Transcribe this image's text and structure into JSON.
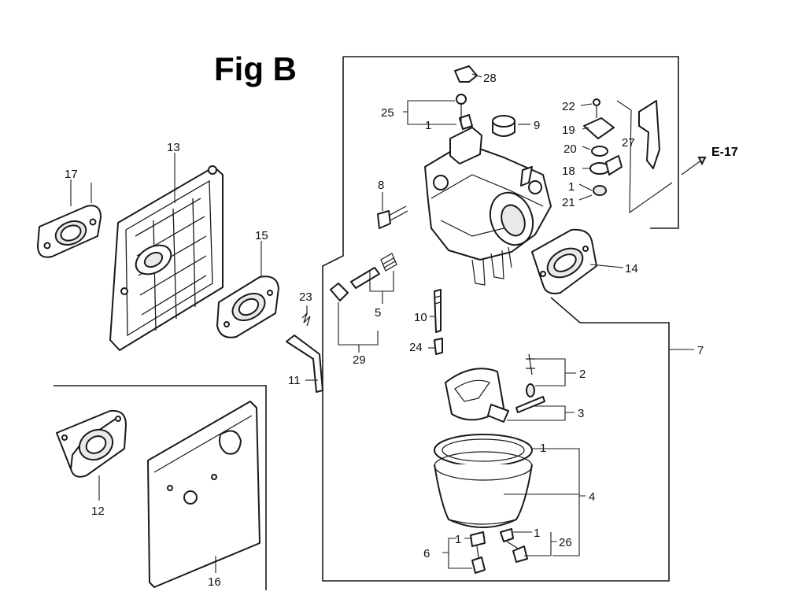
{
  "figure": {
    "title": "Fig B",
    "reference": "E-17"
  },
  "callouts": [
    {
      "key": "n28",
      "label": "28"
    },
    {
      "key": "n25",
      "label": "25"
    },
    {
      "key": "n1a",
      "label": "1"
    },
    {
      "key": "n9",
      "label": "9"
    },
    {
      "key": "n22",
      "label": "22"
    },
    {
      "key": "n19",
      "label": "19"
    },
    {
      "key": "n20",
      "label": "20"
    },
    {
      "key": "n27",
      "label": "27"
    },
    {
      "key": "n18",
      "label": "18"
    },
    {
      "key": "n1b",
      "label": "1"
    },
    {
      "key": "n21",
      "label": "21"
    },
    {
      "key": "n13",
      "label": "13"
    },
    {
      "key": "n17",
      "label": "17"
    },
    {
      "key": "n8",
      "label": "8"
    },
    {
      "key": "n15",
      "label": "15"
    },
    {
      "key": "n14",
      "label": "14"
    },
    {
      "key": "n23",
      "label": "23"
    },
    {
      "key": "n5",
      "label": "5"
    },
    {
      "key": "n10",
      "label": "10"
    },
    {
      "key": "n29",
      "label": "29"
    },
    {
      "key": "n24",
      "label": "24"
    },
    {
      "key": "n7",
      "label": "7"
    },
    {
      "key": "n11",
      "label": "11"
    },
    {
      "key": "n2",
      "label": "2"
    },
    {
      "key": "n3",
      "label": "3"
    },
    {
      "key": "n1c",
      "label": "1"
    },
    {
      "key": "n4",
      "label": "4"
    },
    {
      "key": "n12",
      "label": "12"
    },
    {
      "key": "n1d",
      "label": "1"
    },
    {
      "key": "n1e",
      "label": "1"
    },
    {
      "key": "n26",
      "label": "26"
    },
    {
      "key": "n6",
      "label": "6"
    },
    {
      "key": "n16",
      "label": "16"
    }
  ]
}
